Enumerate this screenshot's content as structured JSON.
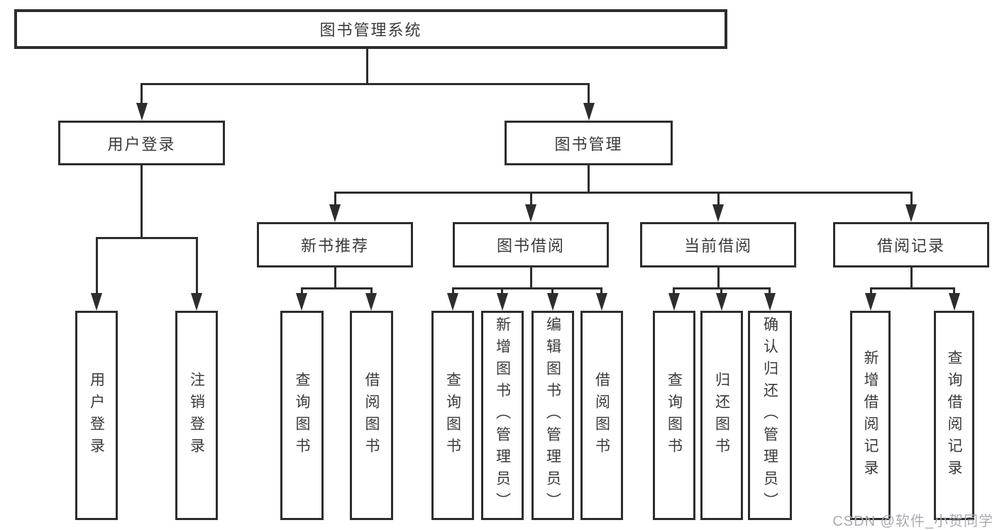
{
  "diagram": {
    "title": "图书管理系统",
    "branches": [
      {
        "label": "用户登录",
        "children": [
          {
            "label": "用户登录"
          },
          {
            "label": "注销登录"
          }
        ]
      },
      {
        "label": "图书管理",
        "children": [
          {
            "label": "新书推荐",
            "children": [
              {
                "label": "查询图书"
              },
              {
                "label": "借阅图书"
              }
            ]
          },
          {
            "label": "图书借阅",
            "children": [
              {
                "label": "查询图书"
              },
              {
                "label": "新增图书（管理员）"
              },
              {
                "label": "编辑图书（管理员）"
              },
              {
                "label": "借阅图书"
              }
            ]
          },
          {
            "label": "当前借阅",
            "children": [
              {
                "label": "查询图书"
              },
              {
                "label": "归还图书"
              },
              {
                "label": "确认归还（管理员）"
              }
            ]
          },
          {
            "label": "借阅记录",
            "children": [
              {
                "label": "新增借阅记录"
              },
              {
                "label": "查询借阅记录"
              }
            ]
          }
        ]
      }
    ]
  },
  "watermark": {
    "text": "CSDN @软件_小贺同学"
  },
  "colors": {
    "line": "#2d2d2d",
    "text": "#3a3a3a",
    "watermark": "#abaab2",
    "background": "#ffffff"
  }
}
